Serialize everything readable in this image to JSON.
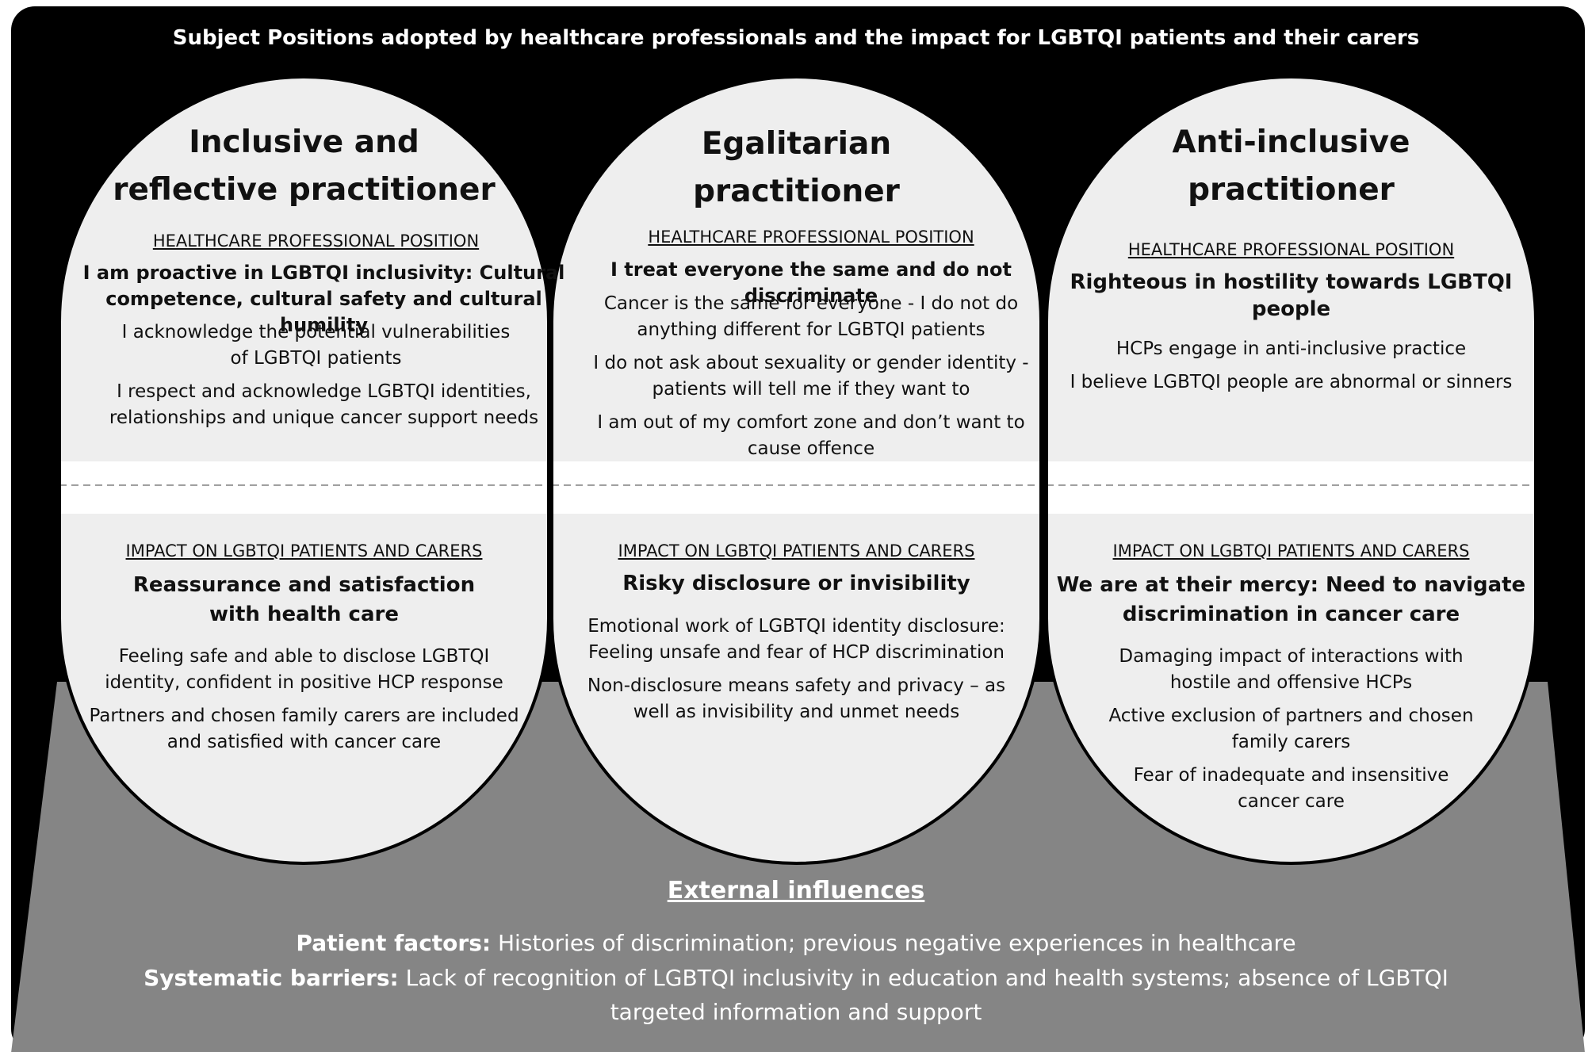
{
  "title": "Subject Positions adopted by healthcare professionals and the impact for LGBTQI patients and their carers",
  "columns": [
    {
      "title": "Inclusive and\nreflective practitioner",
      "position_label": "HEALTHCARE PROFESSIONAL POSITION",
      "position_headline": "I am proactive in LGBTQI inclusivity: Cultural\ncompetence, cultural safety and cultural humility",
      "position_points": [
        "I acknowledge the potential vulnerabilities\nof LGBTQI patients",
        "I respect and acknowledge LGBTQI identities,\nrelationships and unique cancer support needs"
      ],
      "impact_label": "IMPACT ON LGBTQI PATIENTS AND CARERS",
      "impact_headline": "Reassurance and satisfaction\nwith health care",
      "impact_points": [
        "Feeling safe and able to disclose LGBTQI\nidentity, confident in positive HCP response",
        "Partners and chosen family carers are included\nand satisfied with cancer care"
      ]
    },
    {
      "title": "Egalitarian\npractitioner",
      "position_label": "HEALTHCARE PROFESSIONAL POSITION",
      "position_headline": "I treat everyone the same and do not discriminate",
      "position_points": [
        "Cancer is the same for everyone - I do not do\nanything different for LGBTQI patients",
        "I do not ask about sexuality or gender identity -\npatients will tell me if they want to",
        "I am out of my comfort zone and don’t want to\ncause offence"
      ],
      "impact_label": "IMPACT ON LGBTQI PATIENTS AND CARERS",
      "impact_headline": "Risky disclosure or invisibility",
      "impact_points": [
        "Emotional work of LGBTQI identity disclosure:\nFeeling unsafe and fear of HCP discrimination",
        "Non-disclosure means safety and privacy – as\nwell as invisibility and unmet needs"
      ]
    },
    {
      "title": "Anti-inclusive\npractitioner",
      "position_label": "HEALTHCARE PROFESSIONAL POSITION",
      "position_headline": "Righteous in hostility towards LGBTQI\npeople",
      "position_points": [
        "HCPs engage in anti-inclusive practice",
        "I believe LGBTQI people are abnormal or sinners"
      ],
      "impact_label": "IMPACT ON LGBTQI PATIENTS AND CARERS",
      "impact_headline": "We are at their mercy: Need to navigate\ndiscrimination in cancer care",
      "impact_points": [
        "Damaging impact of interactions with\nhostile and offensive HCPs",
        "Active exclusion of partners and chosen\nfamily carers",
        "Fear of inadequate and insensitive\ncancer care"
      ]
    }
  ],
  "external": {
    "title": "External influences",
    "patient_label": "Patient factors:",
    "patient_text": "Histories of discrimination; previous negative experiences in healthcare",
    "systematic_label": "Systematic barriers:",
    "systematic_text": "Lack of recognition of LGBTQI inclusivity in education and health systems; absence of LGBTQI",
    "systematic_text_2": "targeted information and support"
  },
  "colors": {
    "frame": "#000000",
    "pill": "#eeeeee",
    "base": "#858585",
    "title_text": "#ffffff"
  }
}
